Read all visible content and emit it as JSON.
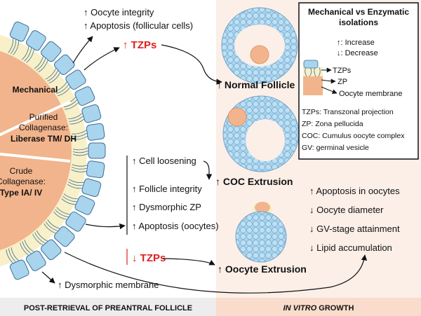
{
  "left_effects": {
    "oocyte_integrity": "↑ Oocyte integrity",
    "apoptosis_follicular": "↑ Apoptosis (follicular cells)",
    "tzps_increase_arrow": "↑",
    "tzps_increase_label": "TZPs",
    "cell_loosening": "↑ Cell loosening",
    "follicle_integrity": "↑ Follicle integrity",
    "dysmorphic_zp": "↑ Dysmorphic ZP",
    "apoptosis_oocytes": "↑ Apoptosis (oocytes)",
    "tzps_decrease_arrow": "↓",
    "tzps_decrease_label": "TZPs",
    "dysmorphic_membrane": "↑ Dysmorphic membrane"
  },
  "methods": {
    "mechanical": "Mechanical",
    "purified_line1": "Purified",
    "purified_line2": "Collagenase:",
    "purified_line3": "Liberase TM/ DH",
    "crude_line1": "Crude",
    "crude_line2": "Collagenase:",
    "crude_line3": "Type IA/ IV"
  },
  "outcomes": {
    "normal_follicle": "↑ Normal Follicle",
    "coc_extrusion": "↑ COC Extrusion",
    "oocyte_extrusion": "↑ Oocyte Extrusion"
  },
  "in_vitro_effects": [
    "↑ Apoptosis in oocytes",
    "↓ Oocyte diameter",
    "↓ GV-stage attainment",
    "↓ Lipid accumulation"
  ],
  "legend": {
    "title_line1": "Mechanical vs Enzymatic",
    "title_line2": "isolations",
    "increase": "↑: Increase",
    "decrease": "↓: Decrease",
    "label_tzps": "TZPs",
    "label_zp": "ZP",
    "label_membrane": "Oocyte membrane",
    "abbreviations": [
      "TZPs: Transzonal projection",
      "ZP: Zona pellucida",
      "COC: Cumulus oocyte complex",
      "GV: germinal vesicle"
    ]
  },
  "footer": {
    "left": "POST-RETRIEVAL OF PREANTRAL FOLLICLE",
    "right_italic": "IN VITRO",
    "right_rest": " GROWTH"
  },
  "colors": {
    "oocyte": "#F2B48C",
    "granulosa_cell": "#A9D4EE",
    "cell_outline": "#3D6E95",
    "tzp_red": "#E01E1E",
    "background_right": "#FBEFE8",
    "zp_cream": "#F8F0C8"
  }
}
